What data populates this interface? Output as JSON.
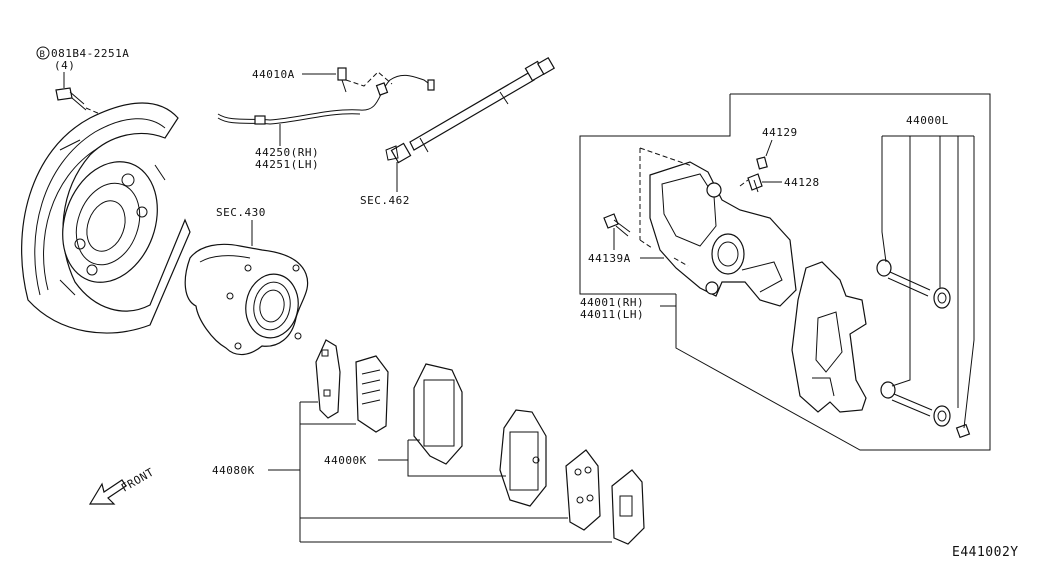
{
  "labels": {
    "bolt_circle": "B",
    "bolt_code": "081B4-2251A",
    "bolt_qty": "(4)",
    "sensor_bracket": "44010A",
    "harness_rh": "44250(RH)",
    "harness_lh": "44251(LH)",
    "hose_sec": "SEC.462",
    "hub_sec": "SEC.430",
    "bleeder_cap": "44129",
    "bleeder_screw": "44128",
    "caliper_bolt": "44139A",
    "caliper_rh": "44001(RH)",
    "caliper_lh": "44011(LH)",
    "pin_kit": "44000L",
    "pad_kit": "44080K",
    "pad_set": "44000K",
    "front": "FRONT",
    "diagram_code": "E441002Y"
  }
}
